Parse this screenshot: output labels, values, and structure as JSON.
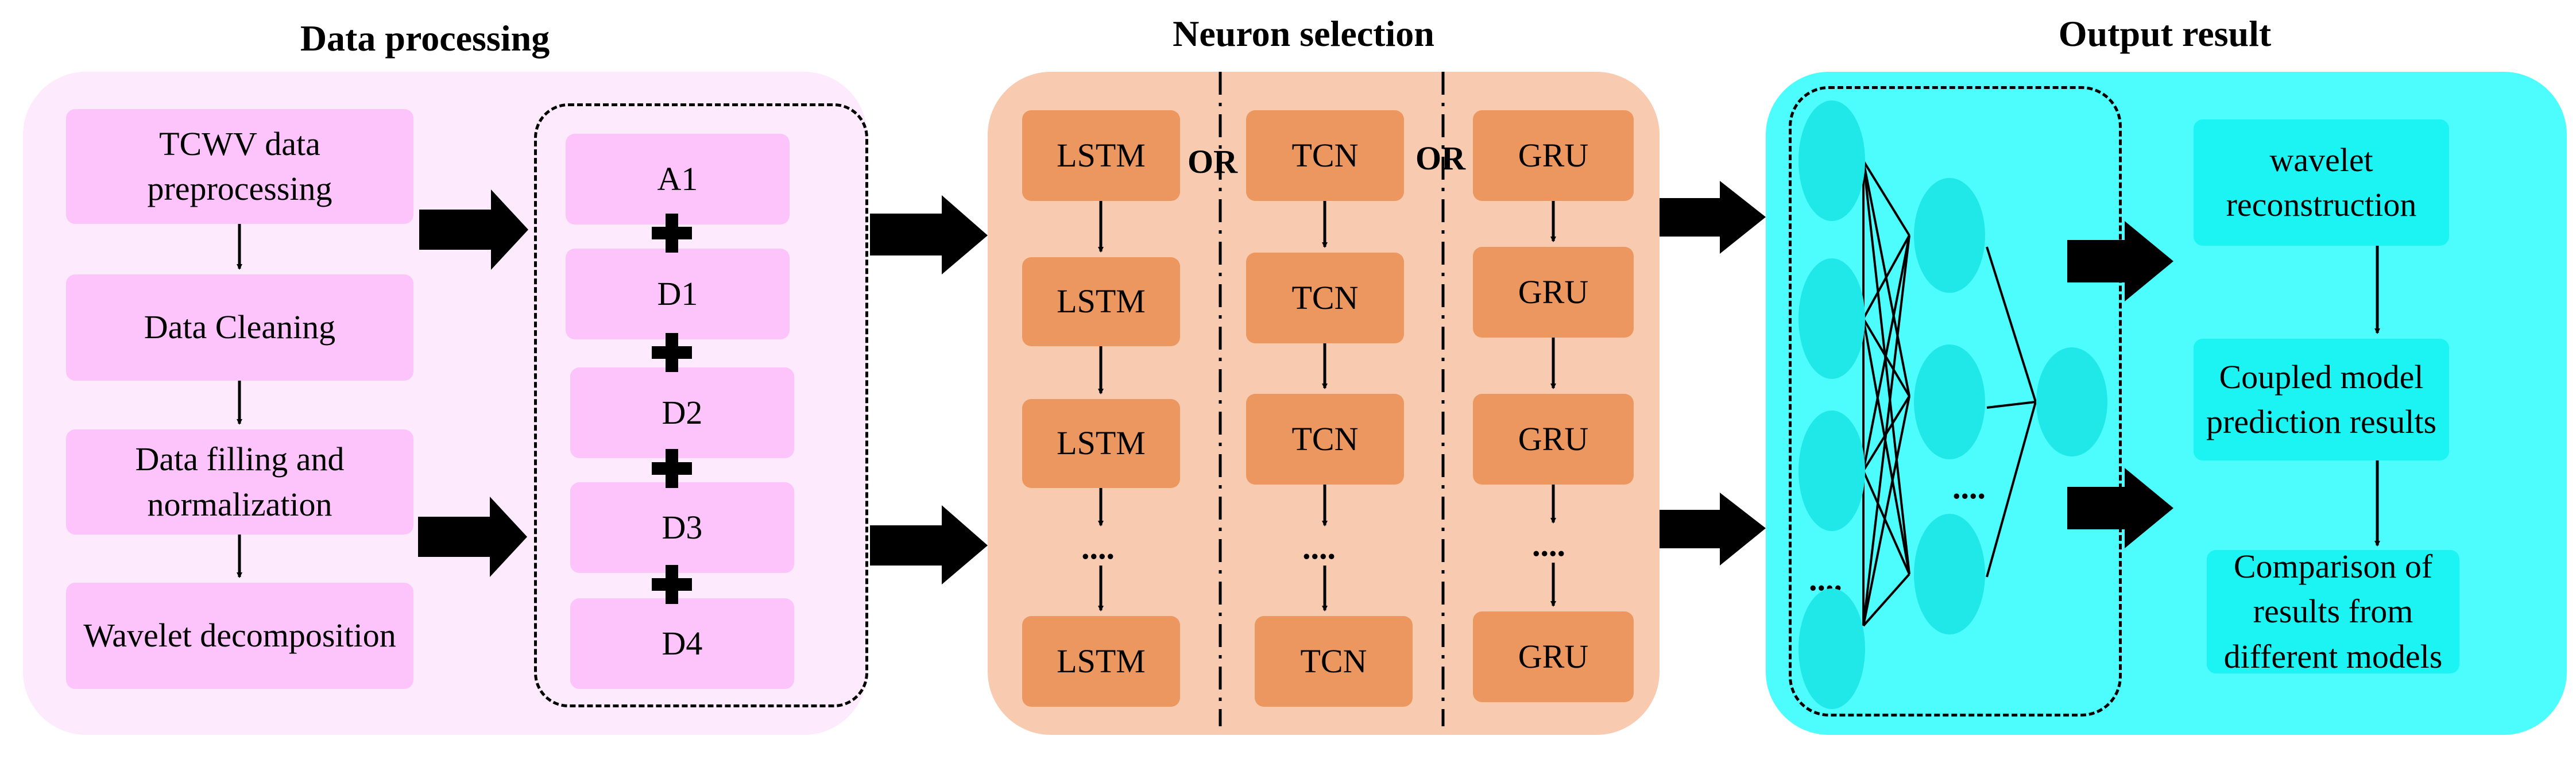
{
  "sections": {
    "data_processing": {
      "title": "Data processing",
      "steps": [
        "TCWV data preprocessing",
        "Data Cleaning",
        "Data filling and normalization",
        "Wavelet decomposition"
      ],
      "components": [
        "A1",
        "D1",
        "D2",
        "D3",
        "D4"
      ]
    },
    "neuron_selection": {
      "title": "Neuron selection",
      "columns": [
        {
          "nodes": [
            "LSTM",
            "LSTM",
            "LSTM",
            "....",
            "LSTM"
          ]
        },
        {
          "nodes": [
            "TCN",
            "TCN",
            "TCN",
            "....",
            "TCN"
          ]
        },
        {
          "nodes": [
            "GRU",
            "GRU",
            "GRU",
            "....",
            "GRU"
          ]
        }
      ],
      "separator_labels": [
        "OR",
        "OR"
      ]
    },
    "output_result": {
      "title": "Output result",
      "network_ellipsis": [
        "....",
        "...."
      ],
      "steps": [
        "wavelet reconstruction",
        "Coupled model prediction results",
        "Comparison of results from different models"
      ]
    }
  },
  "colors": {
    "pink_panel": "#fdeafc",
    "pink_box": "#fcc4fa",
    "orange_panel": "#f8cbb0",
    "orange_box": "#ec975f",
    "cyan_panel": "#4dfdfd",
    "cyan_box": "#1cf3f3"
  }
}
